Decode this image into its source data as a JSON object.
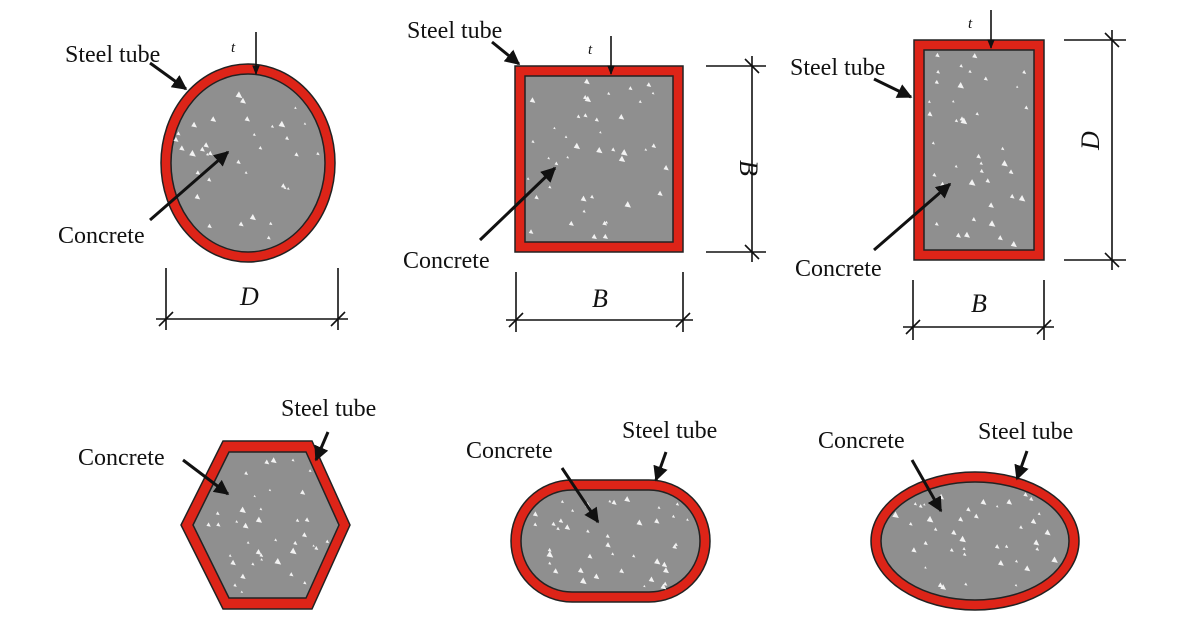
{
  "labels": {
    "steel_tube": "Steel tube",
    "concrete": "Concrete"
  },
  "dimensions": {
    "D": "D",
    "B": "B",
    "t": "t"
  },
  "colors": {
    "steel": "#dd2418",
    "concrete": "#8f8f8f",
    "outline": "#222222",
    "speckle": "#f2f2f2"
  },
  "sections": [
    {
      "shape": "circular"
    },
    {
      "shape": "square"
    },
    {
      "shape": "rectangular"
    },
    {
      "shape": "hexagonal"
    },
    {
      "shape": "obround"
    },
    {
      "shape": "elliptical"
    }
  ]
}
